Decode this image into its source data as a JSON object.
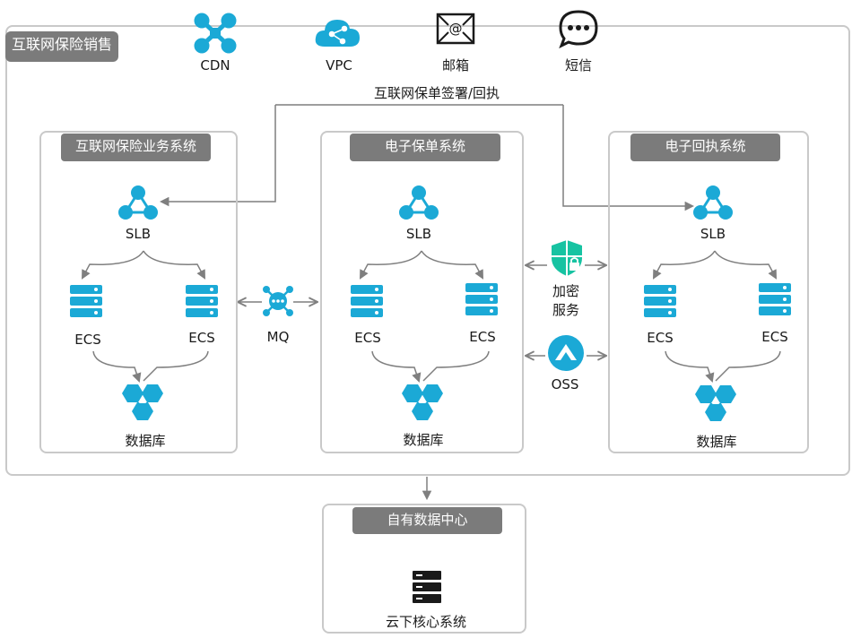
{
  "outer": {
    "title": "互联网保险销售"
  },
  "top_services": [
    {
      "label": "CDN",
      "icon": "cdn-icon"
    },
    {
      "label": "VPC",
      "icon": "vpc-icon"
    },
    {
      "label": "邮箱",
      "icon": "mail-icon"
    },
    {
      "label": "短信",
      "icon": "sms-icon"
    }
  ],
  "flow_label": "互联网保单签署/回执",
  "systems": [
    {
      "title": "互联网保险业务系统",
      "slb": "SLB",
      "ecs_left": "ECS",
      "ecs_right": "ECS",
      "db": "数据库"
    },
    {
      "title": "电子保单系统",
      "slb": "SLB",
      "ecs_left": "ECS",
      "ecs_right": "ECS",
      "db": "数据库"
    },
    {
      "title": "电子回执系统",
      "slb": "SLB",
      "ecs_left": "ECS",
      "ecs_right": "ECS",
      "db": "数据库"
    }
  ],
  "connectors": {
    "mq": "MQ",
    "encrypt": "加密\n服务",
    "oss": "OSS"
  },
  "datacenter": {
    "title": "自有数据中心",
    "core": "云下核心系统"
  },
  "colors": {
    "accent": "#1ba9d6",
    "shield": "#17c3a2",
    "tag_bg": "#7b7b7b",
    "frame": "#c9c9c9",
    "line": "#7f7f7f"
  }
}
